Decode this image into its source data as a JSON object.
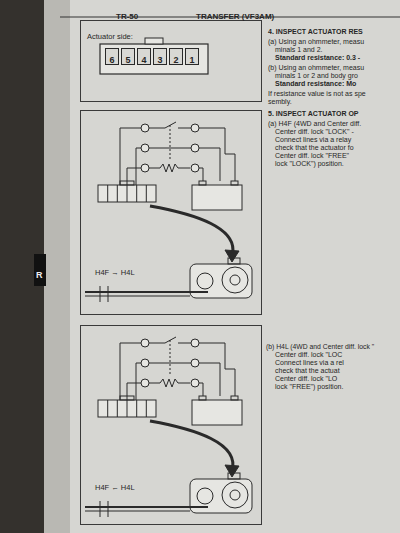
{
  "diagram": {
    "nodes": [
      {
        "text": [
          "Actuator side:"
        ]
      },
      {
        "text": [
          "6"
        ],
        "in": 0
      },
      {
        "text": [
          "5"
        ],
        "in": 0
      },
      {
        "text": [
          "4"
        ],
        "in": 0
      },
      {
        "text": [
          "3"
        ],
        "in": 0
      },
      {
        "text": [
          "2"
        ],
        "in": 0
      },
      {
        "text": [
          "1"
        ],
        "in": 0
      },
      {
        "text": [
          "H4F → H4L"
        ]
      },
      {
        "text": [
          "H4F ← H4L"
        ]
      }
    ],
    "labels": [
      "TR-50",
      "TRANSFER (VF3AM)",
      "4. INSPECT ACTUATOR RES",
      "(a) Using an ohmmeter, measu",
      "minals 1 and 2.",
      "Standard resistance: 0.3 -",
      "(b) Using an ohmmeter, measu",
      "minals 1 or 2 and body gro",
      "Standard resistance: Mo",
      "If resistance value is not as spe",
      "sembly.",
      "5. INSPECT ACTUATOR OP",
      "(a) H4F (4WD and Center diff.",
      "Center diff. lock \"LOCK\" -",
      "Connect lines via a relay",
      "check that the actuator fo",
      "Center diff. lock \"FREE\"",
      "lock \"LOCK\") position.",
      "(b) H4L (4WD and Center diff. lock \"",
      "Center diff. lock \"LOC",
      "Connect lines via a rel",
      "check that the actuat",
      "Center diff. lock \"LO",
      "lock \"FREE\") position.",
      "R"
    ]
  }
}
